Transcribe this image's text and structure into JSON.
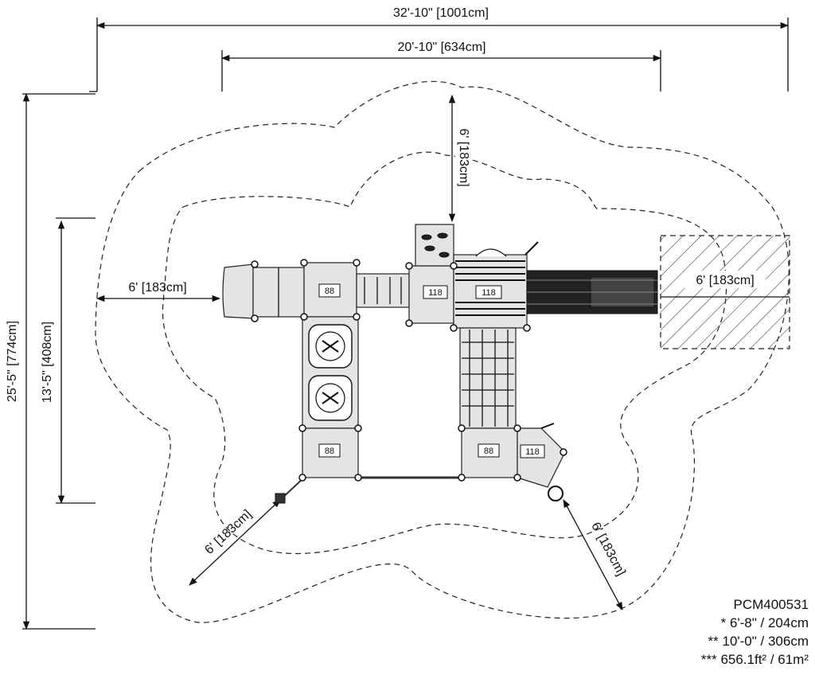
{
  "dimensions": {
    "overall_width": "32'-10\" [1001cm]",
    "structure_width": "20'-10\" [634cm]",
    "overall_depth": "25'-5\" [774cm]",
    "structure_depth": "13'-5\" [408cm]",
    "clearance_top": "6' [183cm]",
    "clearance_left": "6' [183cm]",
    "clearance_right": "6' [183cm]",
    "clearance_bottom_left": "6' [183cm]",
    "clearance_bottom_right": "6' [183cm]"
  },
  "deck_labels": {
    "deck_a": "88",
    "deck_b": "118",
    "deck_c": "118",
    "deck_d": "88",
    "deck_e": "88",
    "deck_f": "118"
  },
  "spec": {
    "model": "PCM400531",
    "line1": "* 6'-8\" / 204cm",
    "line2": "** 10'-0\" / 306cm",
    "line3": "*** 656.1ft² / 61m²"
  }
}
